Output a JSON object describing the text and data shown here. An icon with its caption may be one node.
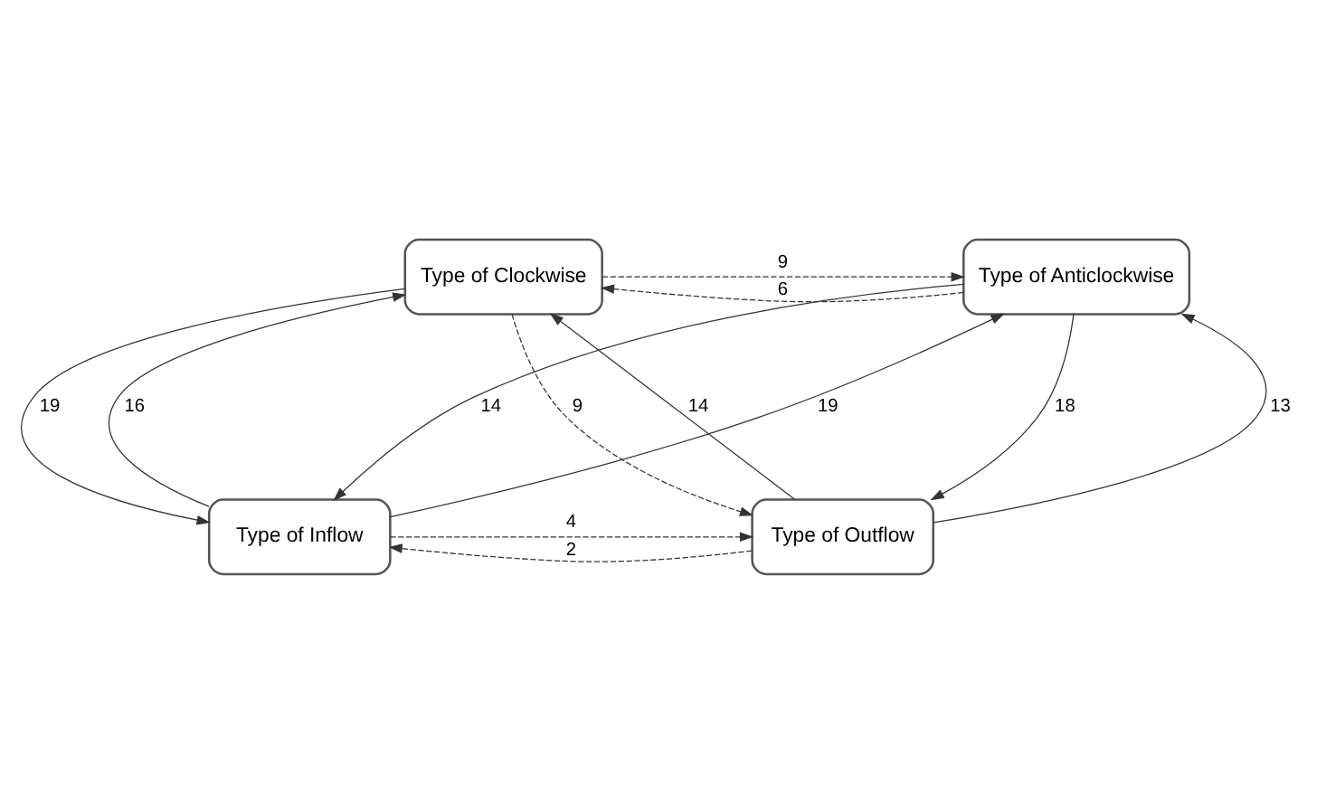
{
  "diagram": {
    "nodes": [
      {
        "text": [
          "Type of Clockwise"
        ]
      },
      {
        "text": [
          "Type of Anticlockwise"
        ]
      },
      {
        "text": [
          "Type of Inflow"
        ]
      },
      {
        "text": [
          "Type of Outflow"
        ]
      }
    ],
    "edges": [
      {
        "from": 0,
        "to": 1,
        "arrow": "to",
        "label": "9",
        "style": "dashed"
      },
      {
        "from": 1,
        "to": 0,
        "arrow": "to",
        "label": "6",
        "style": "dashed"
      },
      {
        "from": 2,
        "to": 0,
        "arrow": "to",
        "label": "16"
      },
      {
        "from": 0,
        "to": 2,
        "arrow": "to",
        "label": "19"
      },
      {
        "from": 0,
        "to": 3,
        "arrow": "to",
        "label": "9",
        "style": "dashed"
      },
      {
        "from": 1,
        "to": 2,
        "arrow": "to",
        "label": "14"
      },
      {
        "from": 2,
        "to": 1,
        "arrow": "to",
        "label": "19"
      },
      {
        "from": 3,
        "to": 0,
        "arrow": "to",
        "label": "14"
      },
      {
        "from": 3,
        "to": 1,
        "arrow": "to",
        "label": "13"
      },
      {
        "from": 1,
        "to": 3,
        "arrow": "to",
        "label": "18"
      },
      {
        "from": 2,
        "to": 3,
        "arrow": "to",
        "label": "4",
        "style": "dashed"
      },
      {
        "from": 3,
        "to": 2,
        "arrow": "to",
        "label": "2",
        "style": "dashed"
      }
    ]
  }
}
